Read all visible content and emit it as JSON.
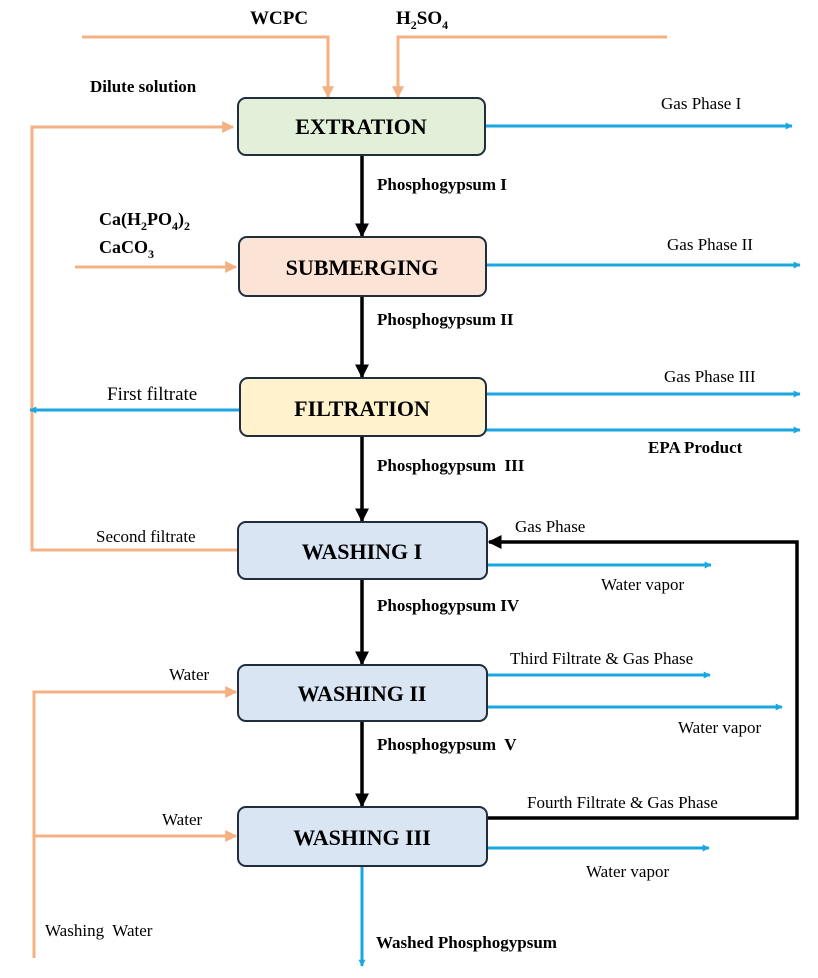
{
  "processes": {
    "extraction": "EXTRATION",
    "submerging": "SUBMERGING",
    "filtration": "FILTRATION",
    "washing1": "WASHING I",
    "washing2": "WASHING II",
    "washing3": "WASHING III"
  },
  "inputs": {
    "wcpc": "WCPC",
    "h2so4": {
      "base": "H",
      "sub1": "2",
      "mid": "SO",
      "sub2": "4"
    },
    "dilute_solution": "Dilute solution",
    "ca_h2po4": {
      "base": "Ca(H",
      "sub1": "2",
      "mid": "PO",
      "sub2": "4",
      "close": ")",
      "sub3": "2"
    },
    "caco3": {
      "base": "CaCO",
      "sub1": "3"
    },
    "water_1": "Water",
    "water_2": "Water",
    "washing_water": "Washing  Water"
  },
  "intermediates": {
    "pg1": "Phosphogypsum I",
    "pg2": "Phosphogypsum II",
    "pg3": "Phosphogypsum  III",
    "pg4": "Phosphogypsum IV",
    "pg5": "Phosphogypsum  V",
    "washed": "Washed Phosphogypsum"
  },
  "outputs": {
    "gas1": "Gas Phase I",
    "gas2": "Gas Phase II",
    "gas3": "Gas Phase III",
    "epa": "EPA Product",
    "first_filtrate": "First filtrate",
    "second_filtrate": "Second filtrate",
    "gas_phase": "Gas Phase",
    "water_vapor_1": "Water vapor",
    "third_filtrate": "Third Filtrate & Gas Phase",
    "water_vapor_2": "Water vapor",
    "fourth_filtrate": "Fourth Filtrate & Gas Phase",
    "water_vapor_3": "Water vapor"
  },
  "colors": {
    "extraction_fill": "#e2efd9",
    "submerging_fill": "#fbe4d5",
    "filtration_fill": "#fff2cc",
    "washing_fill": "#dae5f3",
    "box_stroke": "#1f2d3d",
    "input_line": "#f4b183",
    "output_line": "#1aa7e0",
    "main_flow": "#000000"
  }
}
